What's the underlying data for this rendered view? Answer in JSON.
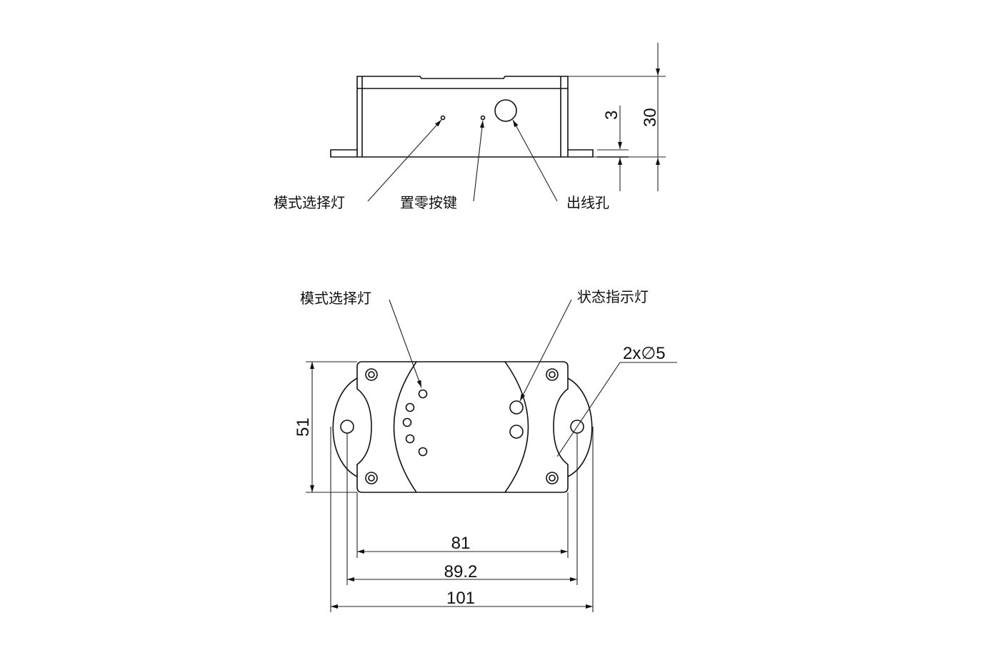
{
  "top_view": {
    "labels": {
      "mode_led": "模式选择灯",
      "zero_button": "置零按键",
      "cable_hole": "出线孔"
    },
    "dimensions": {
      "flange_thickness": "3",
      "height": "30"
    }
  },
  "bottom_view": {
    "labels": {
      "mode_led": "模式选择灯",
      "status_led": "状态指示灯",
      "mount_holes": "2x∅5"
    },
    "dimensions": {
      "height": "51",
      "plate_width": "81",
      "hole_spacing": "89.2",
      "overall_width": "101"
    }
  }
}
